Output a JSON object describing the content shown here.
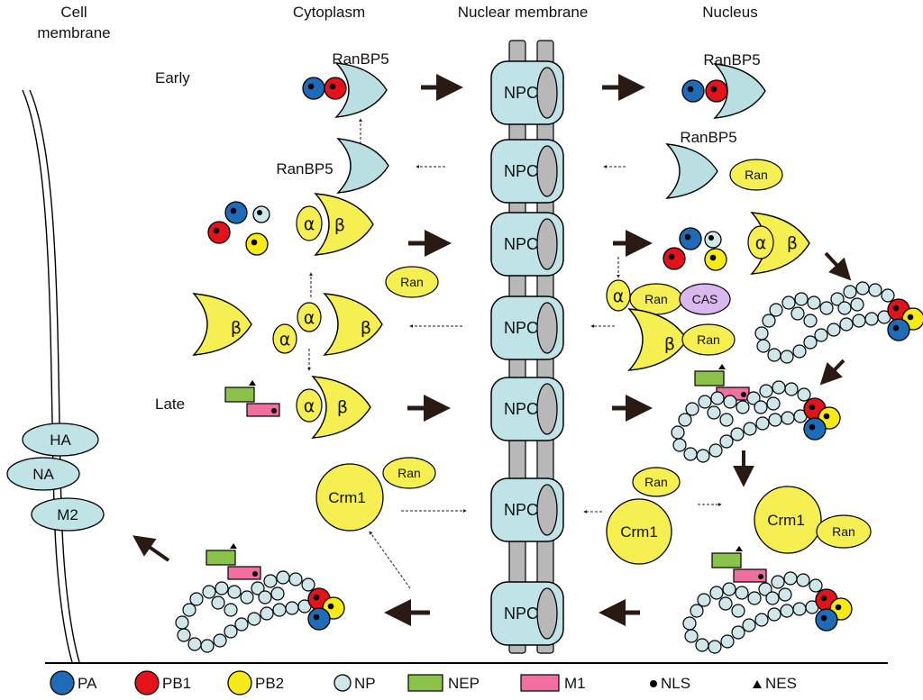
{
  "headers": {
    "cell_membrane_line1": "Cell",
    "cell_membrane_line2": "membrane",
    "cytoplasm": "Cytoplasm",
    "nuclear_membrane": "Nuclear membrane",
    "nucleus": "Nucleus"
  },
  "stages": {
    "early": "Early",
    "late": "Late"
  },
  "labels": {
    "ranbp5": "RanBP5",
    "ran": "Ran",
    "cas": "CAS",
    "crm1": "Crm1",
    "npc": "NPC",
    "alpha": "α",
    "beta": "β"
  },
  "membrane_proteins": [
    "HA",
    "NA",
    "M2"
  ],
  "legend": {
    "pa": "PA",
    "pb1": "PB1",
    "pb2": "PB2",
    "np": "NP",
    "nep": "NEP",
    "m1": "M1",
    "nls": "NLS",
    "nes": "NES"
  },
  "colors": {
    "pa": "#1e6bb8",
    "pb1": "#e3121b",
    "pb2": "#f7ea16",
    "np": "#cfe7ea",
    "nep": "#8bc34a",
    "m1": "#f06ea0",
    "importin": "#f5ef52",
    "ranbp5": "#b9dfe3",
    "cas": "#d9b8f0",
    "npc": "#bfe3e6",
    "npc_channel": "#b8b8b8"
  }
}
